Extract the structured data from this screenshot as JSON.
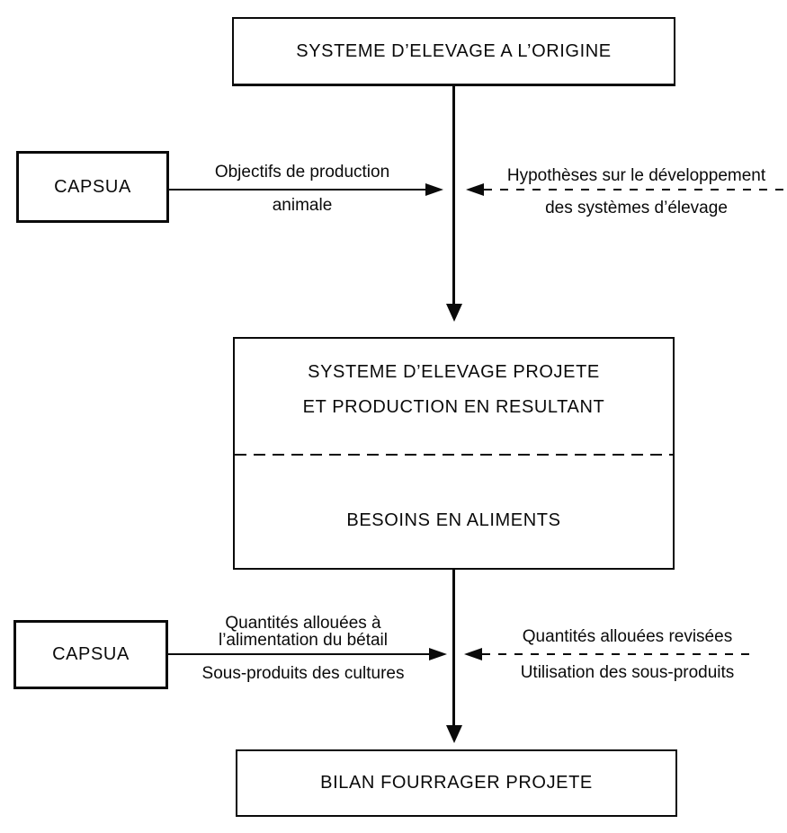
{
  "diagram": {
    "boxes": {
      "origin": {
        "title": "SYSTEME D’ELEVAGE A L’ORIGINE"
      },
      "capsua_top": {
        "title": "CAPSUA"
      },
      "projected": {
        "line1": "SYSTEME D’ELEVAGE PROJETE",
        "line2": "ET PRODUCTION EN RESULTANT",
        "line3": "BESOINS EN ALIMENTS"
      },
      "capsua_bottom": {
        "title": "CAPSUA"
      },
      "bilan": {
        "title": "BILAN FOURRAGER PROJETE"
      }
    },
    "arrows": {
      "objectifs": {
        "line1": "Objectifs de production",
        "line2": "animale"
      },
      "hypotheses": {
        "line1": "Hypothèses sur le développement",
        "line2": "des systèmes d’élevage"
      },
      "quantites": {
        "line1": "Quantités allouées à",
        "line2": "l’alimentation du bétail",
        "line3": "Sous-produits des cultures"
      },
      "revisees": {
        "line1": "Quantités allouées revisées",
        "line2": "Utilisation des sous-produits"
      }
    },
    "colors": {
      "ink": "#0a0a0a",
      "paper": "#ffffff"
    }
  }
}
